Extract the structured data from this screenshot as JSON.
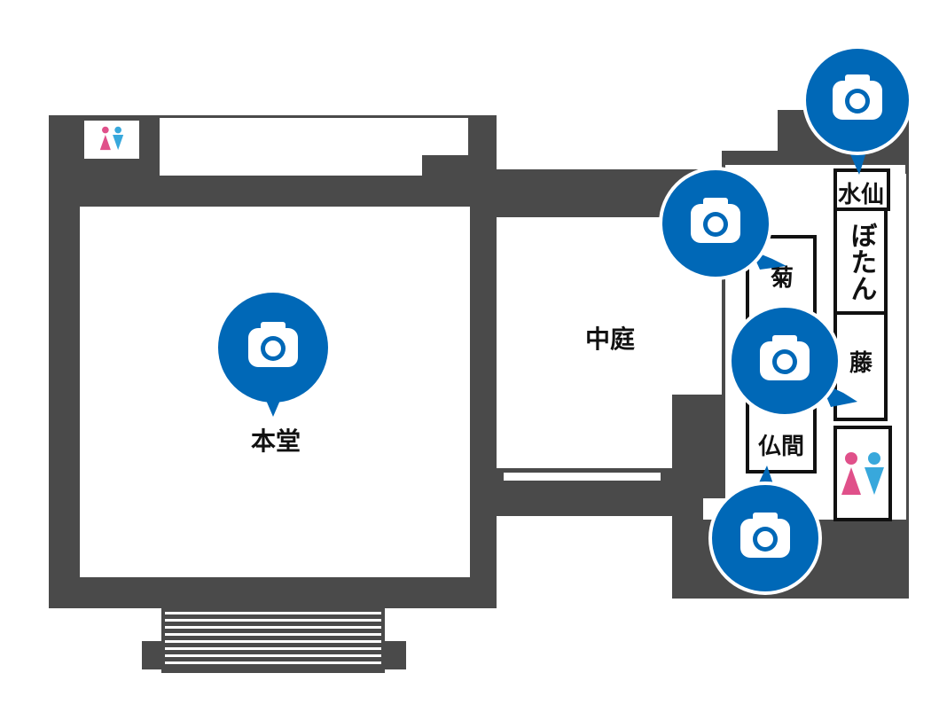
{
  "labels": {
    "main_hall": "本堂",
    "courtyard": "中庭",
    "suisen": "水仙",
    "botan": "ぼたん",
    "fuji": "藤",
    "kiku": "菊",
    "butsuma": "仏間"
  },
  "icons": {
    "camera": "camera-pin-icon",
    "restroom": "restroom-icon"
  },
  "colors": {
    "wall": "#4a4a4a",
    "camera_pin": "#0068b7",
    "female": "#e0508a",
    "male": "#38a8dc"
  }
}
